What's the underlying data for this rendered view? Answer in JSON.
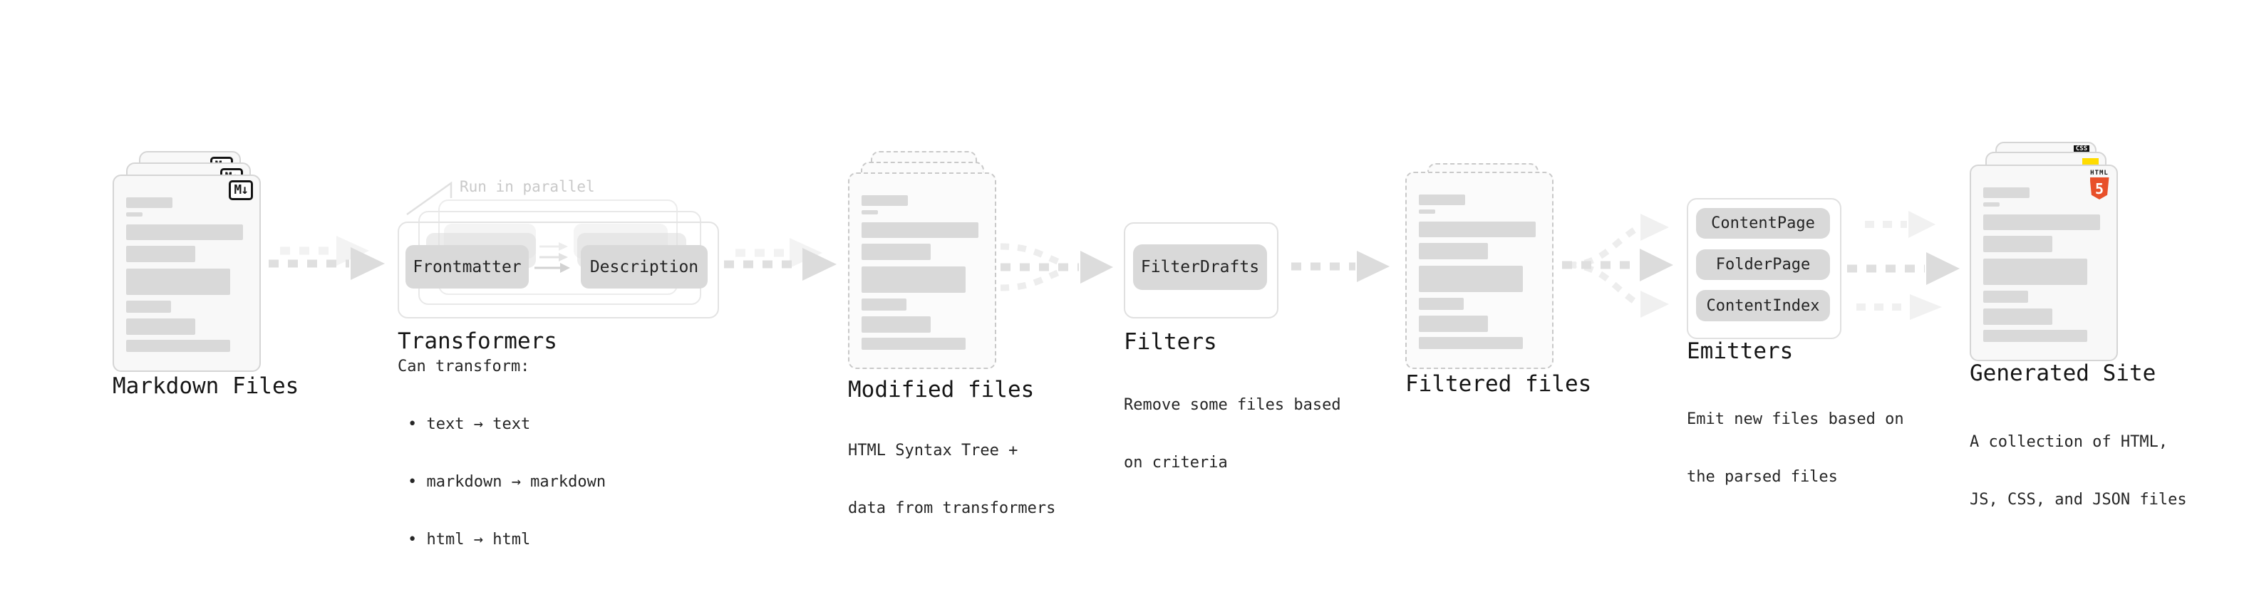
{
  "stages": {
    "markdown_files": {
      "label": "Markdown Files",
      "badge": "M↓"
    },
    "transformers": {
      "label": "Transformers",
      "note": "Run in parallel",
      "button_left": "Frontmatter",
      "button_right": "Description",
      "caption_title": "Can transform:",
      "bullets": [
        "• text → text",
        "• markdown → markdown",
        "• html → html"
      ]
    },
    "modified_files": {
      "label": "Modified files",
      "caption": [
        "HTML Syntax Tree +",
        "data from transformers"
      ]
    },
    "filters": {
      "label": "Filters",
      "button": "FilterDrafts",
      "caption": [
        "Remove some files based",
        "on criteria"
      ]
    },
    "filtered_files": {
      "label": "Filtered files"
    },
    "emitters": {
      "label": "Emitters",
      "buttons": [
        "ContentPage",
        "FolderPage",
        "ContentIndex"
      ],
      "caption": [
        "Emit new files based on",
        "the parsed files"
      ]
    },
    "generated_site": {
      "label": "Generated Site",
      "caption": [
        "A collection of HTML,",
        "JS, CSS, and JSON files"
      ],
      "badges": {
        "css": "CSS",
        "html_word": "HTML",
        "html5_number": "5"
      }
    }
  },
  "colors": {
    "text_dark": "#1b1b1b",
    "bar_gray": "#d9d9d9",
    "button_gray": "#d9d9d9",
    "html5_orange": "#e8502a",
    "js_yellow": "#ffdc00",
    "css_blue": "#2e6be5",
    "muted_note": "#c9c9c9"
  }
}
